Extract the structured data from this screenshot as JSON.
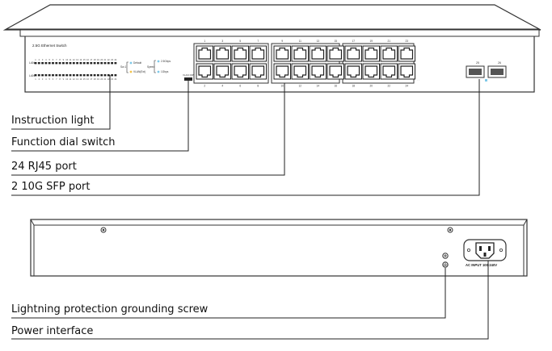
{
  "front_panel": {
    "title": "2.5G Ethernet Switch",
    "led_row_labels": [
      "LAN",
      "LAN"
    ],
    "led_numbers_top": [
      "1",
      "2",
      "3",
      "4",
      "5",
      "6",
      "7",
      "8",
      "9",
      "10",
      "11",
      "12",
      "13",
      "14",
      "15",
      "16",
      "17",
      "18",
      "19",
      "20",
      "21",
      "22",
      "23",
      "24"
    ],
    "led_numbers_bottom": [
      "1",
      "2",
      "3",
      "4",
      "5",
      "6",
      "7",
      "8",
      "9",
      "10",
      "11",
      "12",
      "13",
      "14",
      "15",
      "16",
      "17",
      "18",
      "19",
      "20",
      "21",
      "22",
      "23",
      "24"
    ],
    "legend_group_a": [
      "Default",
      "VLAN(Ext)"
    ],
    "legend_group_b": [
      "2.5Gbps",
      "1Gbps"
    ],
    "legend_side_a": "Sw-1",
    "legend_side_b": "Speed",
    "dial_label": "VLAN  DIP",
    "port_numbers_top": [
      "1",
      "3",
      "5",
      "7",
      "9",
      "11",
      "13",
      "15",
      "17",
      "19",
      "21",
      "23"
    ],
    "port_numbers_bottom": [
      "2",
      "4",
      "6",
      "8",
      "10",
      "12",
      "14",
      "16",
      "18",
      "20",
      "22",
      "24"
    ],
    "sfp_numbers": [
      "25",
      "26"
    ]
  },
  "back_panel": {
    "ac_label": "AC INPUT 100-240V"
  },
  "callouts": [
    {
      "text": "Instruction light"
    },
    {
      "text": "Function dial switch"
    },
    {
      "text": "24 RJ45 port"
    },
    {
      "text": "2 10G SFP port"
    },
    {
      "text": "Lightning  protection  grounding screw"
    },
    {
      "text": "Power  interface"
    }
  ]
}
